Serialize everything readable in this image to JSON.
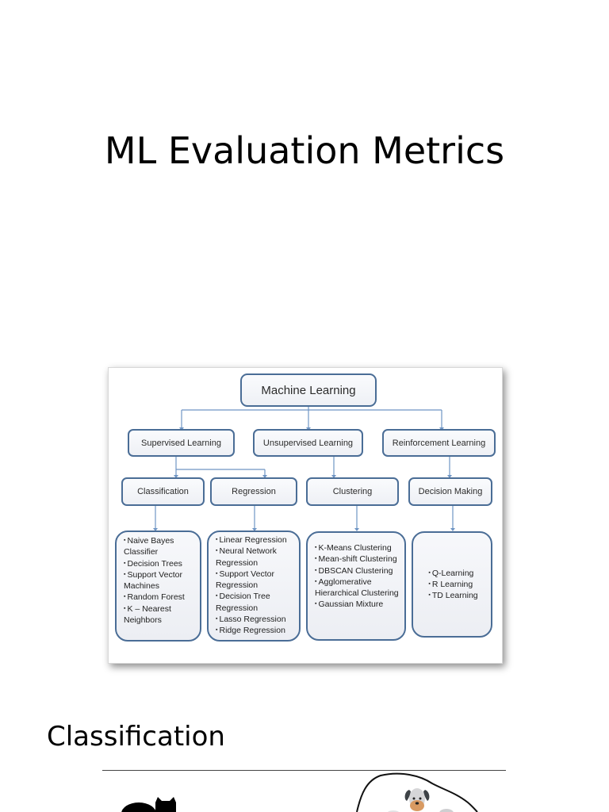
{
  "page": {
    "title": "ML Evaluation Metrics"
  },
  "diagram": {
    "root": "Machine Learning",
    "categories": [
      {
        "label": "Supervised Learning"
      },
      {
        "label": "Unsupervised Learning"
      },
      {
        "label": "Reinforcement Learning"
      }
    ],
    "tasks": [
      {
        "label": "Classification"
      },
      {
        "label": "Regression"
      },
      {
        "label": "Clustering"
      },
      {
        "label": "Decision Making"
      }
    ],
    "algorithms": [
      {
        "items": [
          "Naive Bayes Classifier",
          "Decision Trees",
          "Support Vector Machines",
          "Random Forest",
          "K – Nearest Neighbors"
        ]
      },
      {
        "items": [
          "Linear Regression",
          "Neural Network Regression",
          "Support Vector Regression",
          "Decision Tree Regression",
          "Lasso Regression",
          "Ridge Regression"
        ]
      },
      {
        "items": [
          "K-Means Clustering",
          "Mean-shift Clustering",
          "DBSCAN Clustering",
          "Agglomerative Hierarchical Clustering",
          "Gaussian Mixture"
        ]
      },
      {
        "items": [
          "Q-Learning",
          "R Learning",
          "TD Learning"
        ]
      }
    ],
    "bullet": "▪",
    "colors": {
      "border": "#4a6d96",
      "connector": "#6f95c4",
      "box_fill": "#f2f4f8"
    }
  },
  "section": {
    "heading": "Classification"
  },
  "illustration": {
    "icons": [
      "cat-silhouette-icon",
      "dog-face-icon"
    ]
  }
}
